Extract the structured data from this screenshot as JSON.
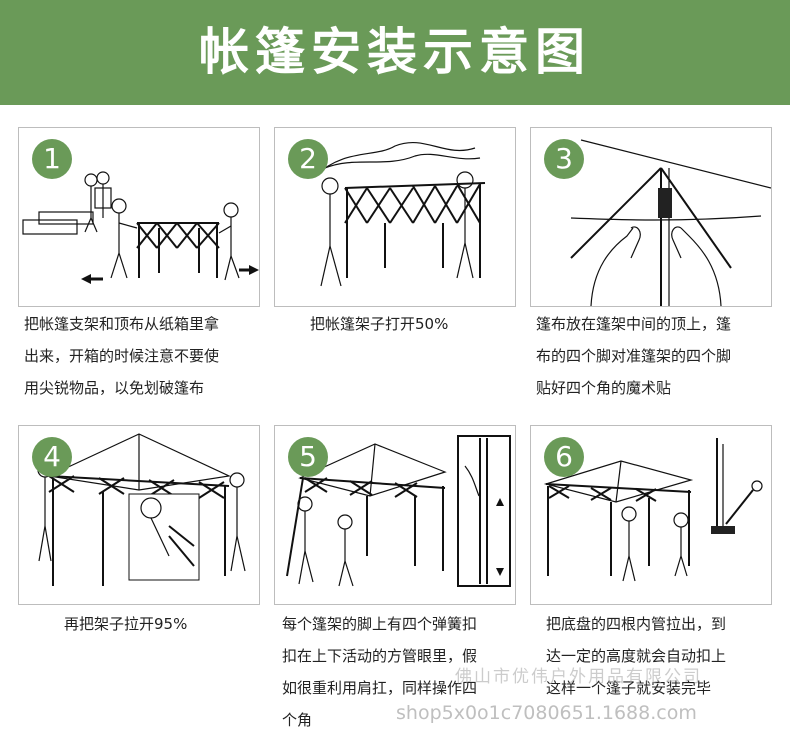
{
  "header": {
    "title": "帐篷安装示意图"
  },
  "steps": [
    {
      "number": "1",
      "caption_lines": [
        "把帐篷支架和顶布从纸箱里拿",
        "出来，开箱的时候注意不要使",
        "用尖锐物品，以免划破篷布"
      ]
    },
    {
      "number": "2",
      "caption_lines": [
        "把帐篷架子打开50%"
      ]
    },
    {
      "number": "3",
      "caption_lines": [
        "篷布放在篷架中间的顶上，篷",
        "布的四个脚对准篷架的四个脚",
        "贴好四个角的魔术贴"
      ]
    },
    {
      "number": "4",
      "caption_lines": [
        "再把架子拉开95%"
      ]
    },
    {
      "number": "5",
      "caption_lines": [
        "每个篷架的脚上有四个弹簧扣",
        "扣在上下活动的方管眼里，假",
        "如很重利用肩扛，同样操作四",
        "个角"
      ]
    },
    {
      "number": "6",
      "caption_lines": [
        "把底盘的四根内管拉出，到",
        "达一定的高度就会自动扣上",
        "这样一个篷子就安装完毕"
      ]
    }
  ],
  "watermark": {
    "company": "佛山市优伟户外用品有限公司",
    "url": "shop5x0o1c7080651.1688.com"
  },
  "colors": {
    "accent": "#6a9a58",
    "panel_border": "#bdbdbd"
  }
}
